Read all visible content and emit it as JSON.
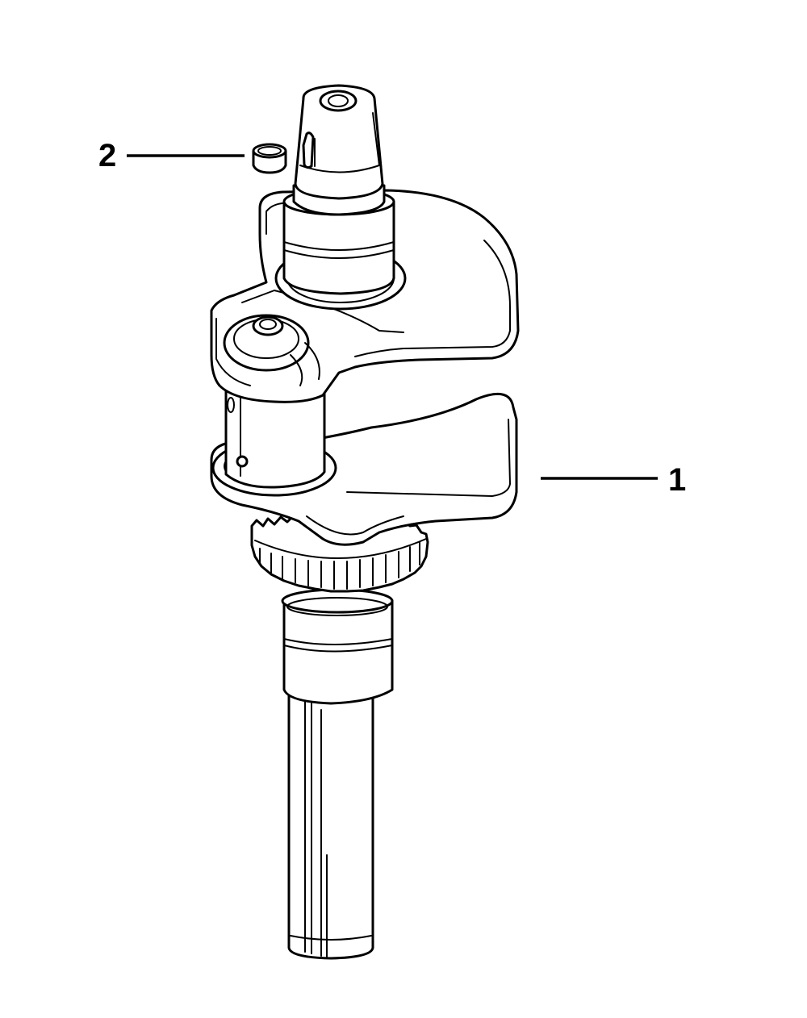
{
  "diagram": {
    "callouts": [
      {
        "number": "1",
        "part": "crankshaft"
      },
      {
        "number": "2",
        "part": "key"
      }
    ]
  }
}
